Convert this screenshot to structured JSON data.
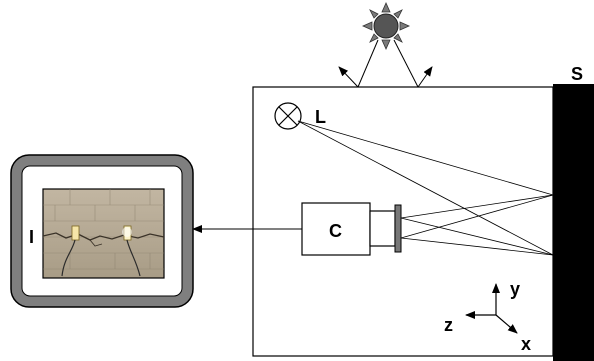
{
  "labels": {
    "light": "L",
    "camera": "C",
    "surface": "S",
    "image": "I",
    "axis_y": "y",
    "axis_z": "z",
    "axis_x": "x"
  },
  "icons": {
    "sun": "sun-icon",
    "lamp": "lamp-cross-icon",
    "monitor": "monitor-icon"
  },
  "colors": {
    "surface": "#000000",
    "sun_rays": "#7a7a7a",
    "sun_core": "#555555",
    "monitor_frame": "#7f7f7f",
    "photo_wall": "#b7ab97"
  }
}
